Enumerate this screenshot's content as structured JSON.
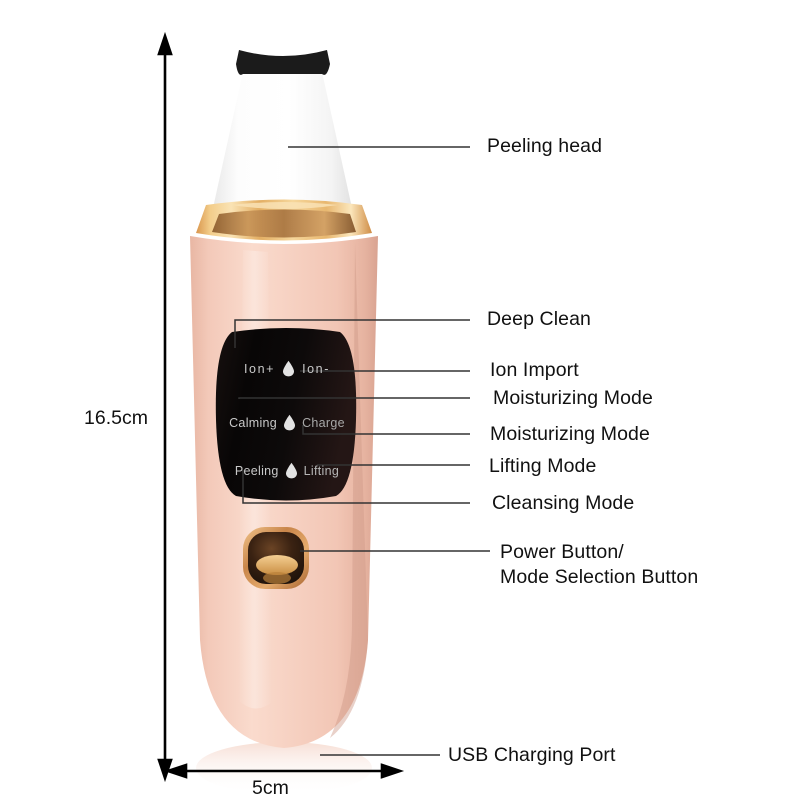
{
  "diagram": {
    "title": "Ultrasonic Skin Scrubber Product Annotation Diagram",
    "background_color": "#ffffff",
    "text_color": "#111111"
  },
  "device": {
    "name": "ultrasonic-skin-scrubber",
    "body_color": "#f5cfc0",
    "body_shadow_color": "#e0a994",
    "accent_gold": "#e8a952",
    "accent_gold_light": "#f7d89a",
    "blade_color": "#fbfbfb",
    "tip_color": "#1b1b1b",
    "panel_color": "#0b0909",
    "panel_text_color": "#cfcfcf",
    "panel": {
      "rows": [
        {
          "left": "Ion+",
          "icon": "water-drop-icon",
          "right": "Ion-"
        },
        {
          "left": "Calming",
          "icon": "water-drop-icon",
          "right": "Charge"
        },
        {
          "left": "Peeling",
          "icon": "water-drop-icon",
          "right": "Lifting"
        }
      ]
    }
  },
  "callouts": [
    {
      "id": "peeling-head",
      "label": "Peeling head"
    },
    {
      "id": "deep-clean",
      "label": "Deep Clean"
    },
    {
      "id": "ion-import",
      "label": "Ion Import"
    },
    {
      "id": "moisturizing-1",
      "label": "Moisturizing Mode"
    },
    {
      "id": "moisturizing-2",
      "label": "Moisturizing Mode"
    },
    {
      "id": "lifting-mode",
      "label": "Lifting Mode"
    },
    {
      "id": "cleansing-mode",
      "label": "Cleansing Mode"
    },
    {
      "id": "power-button",
      "label_line1": "Power Button/",
      "label_line2": "Mode Selection Button"
    },
    {
      "id": "usb-charging-port",
      "label": "USB Charging Port"
    }
  ],
  "dimensions": {
    "height": "16.5cm",
    "width": "5cm"
  }
}
